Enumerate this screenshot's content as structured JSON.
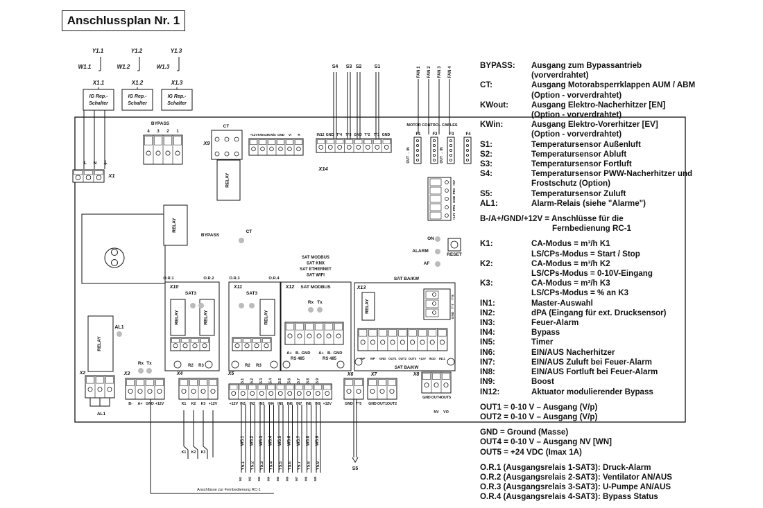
{
  "title": "Anschlussplan Nr. 1",
  "top_labels": {
    "y1": [
      "Y1.1",
      "Y1.2",
      "Y1.3"
    ],
    "w1": [
      "W1.1",
      "W1.2",
      "W1.3"
    ],
    "x1": [
      "X1.1",
      "X1.2",
      "X1.3"
    ],
    "switch": [
      "IG Rep.-",
      "Schalter"
    ]
  },
  "sensors": [
    "S4",
    "S3",
    "S2",
    "S1"
  ],
  "fans": [
    "FAN 1",
    "FAN 2",
    "FAN 3",
    "FAN 4"
  ],
  "board": {
    "bypass_label": "BYPASS",
    "bypass_pins": [
      "4",
      "3",
      "2",
      "1"
    ],
    "ct_label": "CT",
    "x9": "X9",
    "x1": "X1",
    "x1_pins": [
      "L",
      "N",
      "⏚"
    ],
    "power_pins": [
      "+12V",
      "KWout",
      "KWin",
      "GND",
      "VI",
      "R"
    ],
    "x14_label": "X14",
    "x14_pins": [
      "IN12",
      "GND",
      "T°4",
      "T°3",
      "GND",
      "T°2",
      "T°1",
      "GND"
    ],
    "motor_control": "MOTOR CONTROL CABLES",
    "f_labels": [
      "F1",
      "F2",
      "F3",
      "F4"
    ],
    "out_in": "OUT → IN",
    "pr_pins": [
      "+5V",
      "PR3",
      "GND",
      "PR1",
      "+12V"
    ],
    "relay": "RELAY",
    "bypass_relay_label": "BYPASS",
    "ct_led": "CT",
    "on": "ON",
    "alarm": "ALARM",
    "af": "AF",
    "reset": "RESET",
    "sat_modbus_block": [
      "SAT MODBUS",
      "SAT KNX",
      "SAT ETHERNET",
      "SAT WIFI"
    ],
    "or_labels": [
      "O.R.1",
      "O.R.2",
      "O.R.3",
      "O.R.4"
    ],
    "x10": "X10",
    "x11": "X11",
    "x12": "X12",
    "x13": "X13",
    "sat3": "SAT3",
    "sat_modbus": "SAT MODBUS",
    "sat_ba_kw": "SAT BA/KW",
    "rx": "Rx",
    "tx": "Tx",
    "r2": "R2",
    "r3": "R3",
    "rs485_pins": [
      "A+",
      "B-",
      "GND"
    ],
    "rs485": "RS 485",
    "x13_pins": [
      "WP",
      "WP",
      "GND",
      "OUT1",
      "OUT2",
      "OUT3",
      "+12V",
      "IN10",
      "IN11"
    ],
    "t_pins": [
      "T°8",
      "T°7",
      "GND"
    ],
    "al1": "AL1",
    "x2": "X2",
    "x3": "X3",
    "x3_pins": [
      "B-",
      "A+",
      "GND",
      "+12V"
    ],
    "x4": "X4",
    "x4_pins": [
      "K1",
      "K2",
      "K3",
      "+12V"
    ],
    "x5": "X5",
    "x5_top": [
      "X5.1",
      "X5.2",
      "X5.3",
      "X5.4",
      "X5.5",
      "X5.6",
      "X5.7",
      "X5.8",
      "X5.9"
    ],
    "x5_pins": [
      "+12V",
      "IN1",
      "IN2",
      "IN3",
      "IN4",
      "IN5",
      "IN6",
      "IN7",
      "IN8",
      "IN9",
      "+12V"
    ],
    "x6": "X6",
    "x6_pins": [
      "GND",
      "T°5"
    ],
    "x7": "X7",
    "x7_pins": [
      "GND",
      "OUT1",
      "OUT2"
    ],
    "x8": "X8",
    "x8_pins": [
      "GND",
      "OUT4",
      "OUT5"
    ],
    "x8_sub": [
      "NV",
      "VO"
    ],
    "k_wires": [
      "K1",
      "K2",
      "K3"
    ],
    "w_wires": [
      "W5.1",
      "W5.2",
      "W5.3",
      "W5.4",
      "W5.5",
      "W5.6",
      "W5.7",
      "W5.8",
      "W5.9"
    ],
    "y_wires": [
      "Y5.1",
      "Y5.2",
      "Y5.3",
      "Y5.4",
      "Y5.5",
      "Y5.6",
      "Y5.7",
      "Y5.8",
      "Y5.9"
    ],
    "in_wires": [
      "IN1",
      "IN2",
      "IN3",
      "IN4",
      "IN5",
      "IN6",
      "IN7",
      "IN8",
      "IN9"
    ],
    "s5": "S5",
    "rc1_caption": "Anschlüsse zur Fernbedienung RC-1"
  },
  "legend": {
    "group1": [
      {
        "key": "BYPASS:",
        "lines": [
          "Ausgang zum Bypassantrieb",
          "(vorverdrahtet)"
        ]
      },
      {
        "key": "CT:",
        "lines": [
          "Ausgang Motorabsperrklappen AUM / ABM",
          "(Option - vorverdrahtet)"
        ]
      },
      {
        "key": "KWout:",
        "lines": [
          "Ausgang Elektro-Nacherhitzer [EN]",
          "(Option - vorverdrahtet)"
        ]
      },
      {
        "key": "KWin:",
        "lines": [
          "Ausgang Elektro-Vorerhitzer [EV]",
          "(Option - vorverdrahtet)"
        ]
      },
      {
        "key": "S1:",
        "lines": [
          "Temperatursensor Außenluft"
        ]
      },
      {
        "key": "S2:",
        "lines": [
          "Temperatursensor Abluft"
        ]
      },
      {
        "key": "S3:",
        "lines": [
          "Temperatursensor Fortluft"
        ]
      },
      {
        "key": "S4:",
        "lines": [
          "Temperatursensor PWW-Nacherhitzer und",
          "Frostschutz (Option)"
        ]
      },
      {
        "key": "S5:",
        "lines": [
          "Temperatursensor Zuluft"
        ]
      },
      {
        "key": "AL1:",
        "lines": [
          "Alarm-Relais (siehe \"Alarme\")"
        ]
      }
    ],
    "rc1": [
      "B-/A+/GND/+12V = Anschlüsse für die",
      "Fernbedienung RC-1"
    ],
    "group2": [
      {
        "key": "K1:",
        "lines": [
          "CA-Modus = m³/h K1",
          "LS/CPs-Modus = Start / Stop"
        ]
      },
      {
        "key": "K2:",
        "lines": [
          "CA-Modus = m³/h K2",
          "LS/CPs-Modus = 0-10V-Eingang"
        ]
      },
      {
        "key": "K3:",
        "lines": [
          "CA-Modus = m³/h K3",
          "LS/CPs-Modus = % an K3"
        ]
      },
      {
        "key": "IN1:",
        "lines": [
          "Master-Auswahl"
        ]
      },
      {
        "key": "IN2:",
        "lines": [
          "dPA (Eingang für ext. Drucksensor)"
        ]
      },
      {
        "key": "IN3:",
        "lines": [
          "Feuer-Alarm"
        ]
      },
      {
        "key": "IN4:",
        "lines": [
          "Bypass"
        ]
      },
      {
        "key": "IN5:",
        "lines": [
          "Timer"
        ]
      },
      {
        "key": "IN6:",
        "lines": [
          "EIN/AUS Nacherhitzer"
        ]
      },
      {
        "key": "IN7:",
        "lines": [
          "EIN/AUS Zuluft bei Feuer-Alarm"
        ]
      },
      {
        "key": "IN8:",
        "lines": [
          "EIN/AUS Fortluft bei Feuer-Alarm"
        ]
      },
      {
        "key": "IN9:",
        "lines": [
          "Boost"
        ]
      },
      {
        "key": "IN12:",
        "lines": [
          "Aktuator modulierender Bypass"
        ]
      }
    ],
    "outputs": [
      "OUT1 = 0-10 V – Ausgang (V/p)",
      "OUT2 = 0-10 V – Ausgang (V/p)"
    ],
    "gnd": [
      "GND = Ground (Masse)",
      "OUT4 = 0-10 V – Ausgang NV [WN]",
      "OUT5 = +24 VDC (Imax 1A)"
    ],
    "relays": [
      "O.R.1 (Ausgangsrelais 1-SAT3): Druck-Alarm",
      "O.R.2 (Ausgangsrelais 2-SAT3): Ventilator AN/AUS",
      "O.R.3 (Ausgangsrelais 3-SAT3): U-Pumpe AN/AUS",
      "O.R.4 (Ausgangsrelais 4-SAT3): Bypass Status"
    ]
  }
}
